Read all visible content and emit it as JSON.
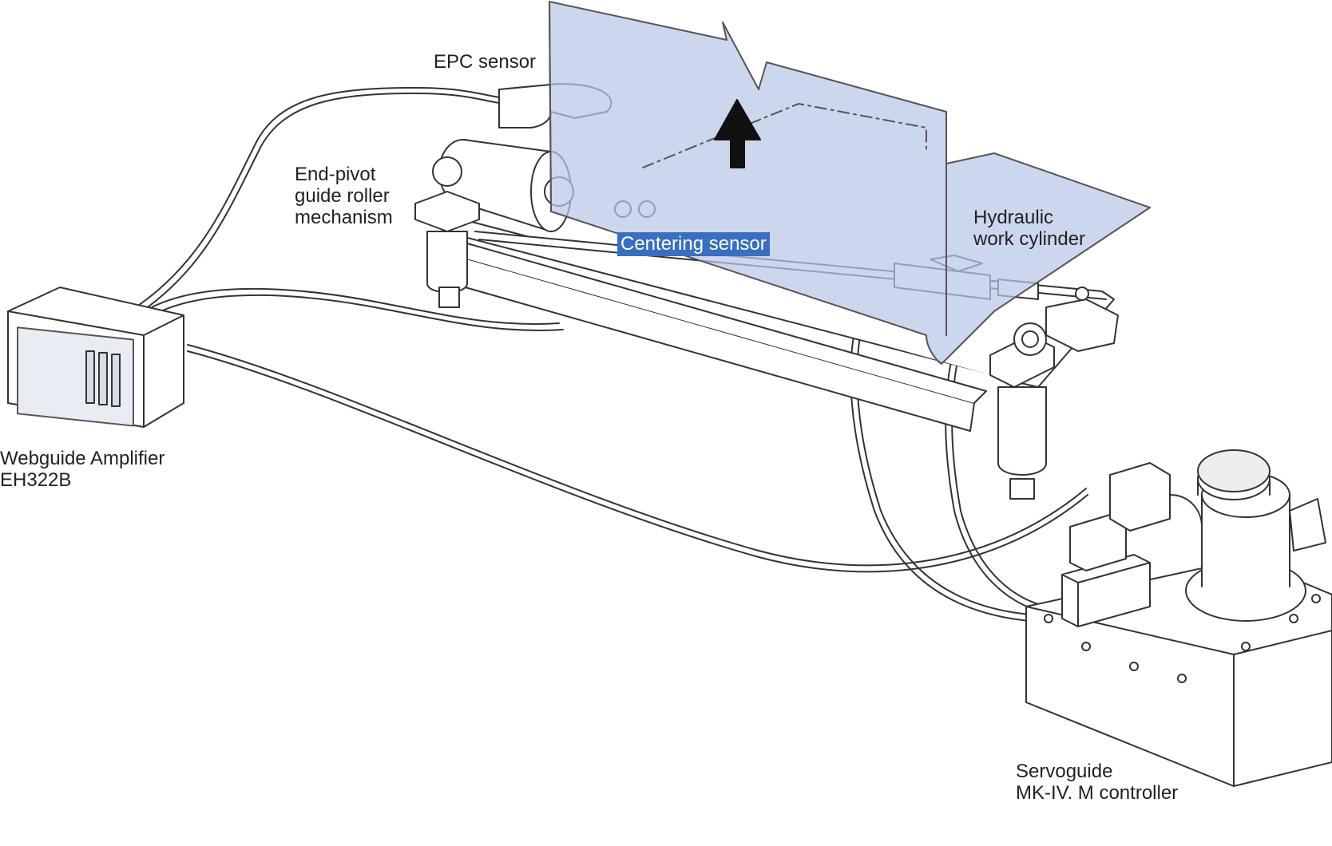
{
  "labels": {
    "epc_sensor": "EPC sensor",
    "end_pivot": [
      "End-pivot",
      "guide roller",
      "mechanism"
    ],
    "centering_sensor": "Centering sensor",
    "hydraulic_cylinder": [
      "Hydraulic",
      "work cylinder"
    ],
    "amplifier": [
      "Webguide Amplifier",
      "EH322B"
    ],
    "controller": [
      "Servoguide",
      "MK-IV. M controller"
    ]
  },
  "colors": {
    "web_sheet": "#b9c7e8",
    "highlight": "#3a6fc0",
    "line": "#333333"
  }
}
